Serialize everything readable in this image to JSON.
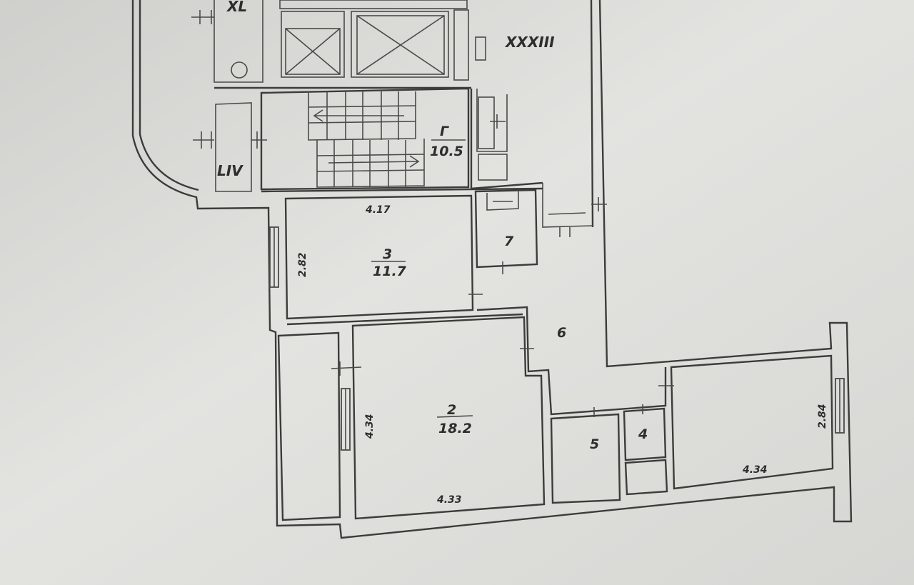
{
  "plan": {
    "labels": {
      "XL": "XL",
      "XXXIII": "XXXIII",
      "LIV": "LIV",
      "stair_letter": "Г",
      "stair_area": "10.5"
    },
    "rooms": {
      "r2": {
        "num": "2",
        "area": "18.2",
        "width": "4.33",
        "depth": "4.34"
      },
      "r3": {
        "num": "3",
        "area": "11.7",
        "width": "4.17",
        "depth": "2.82"
      },
      "r4": {
        "num": "4"
      },
      "r5": {
        "num": "5"
      },
      "r6": {
        "num": "6"
      },
      "r7": {
        "num": "7"
      },
      "r1": {
        "width": "4.34",
        "depth": "2.84"
      }
    }
  }
}
